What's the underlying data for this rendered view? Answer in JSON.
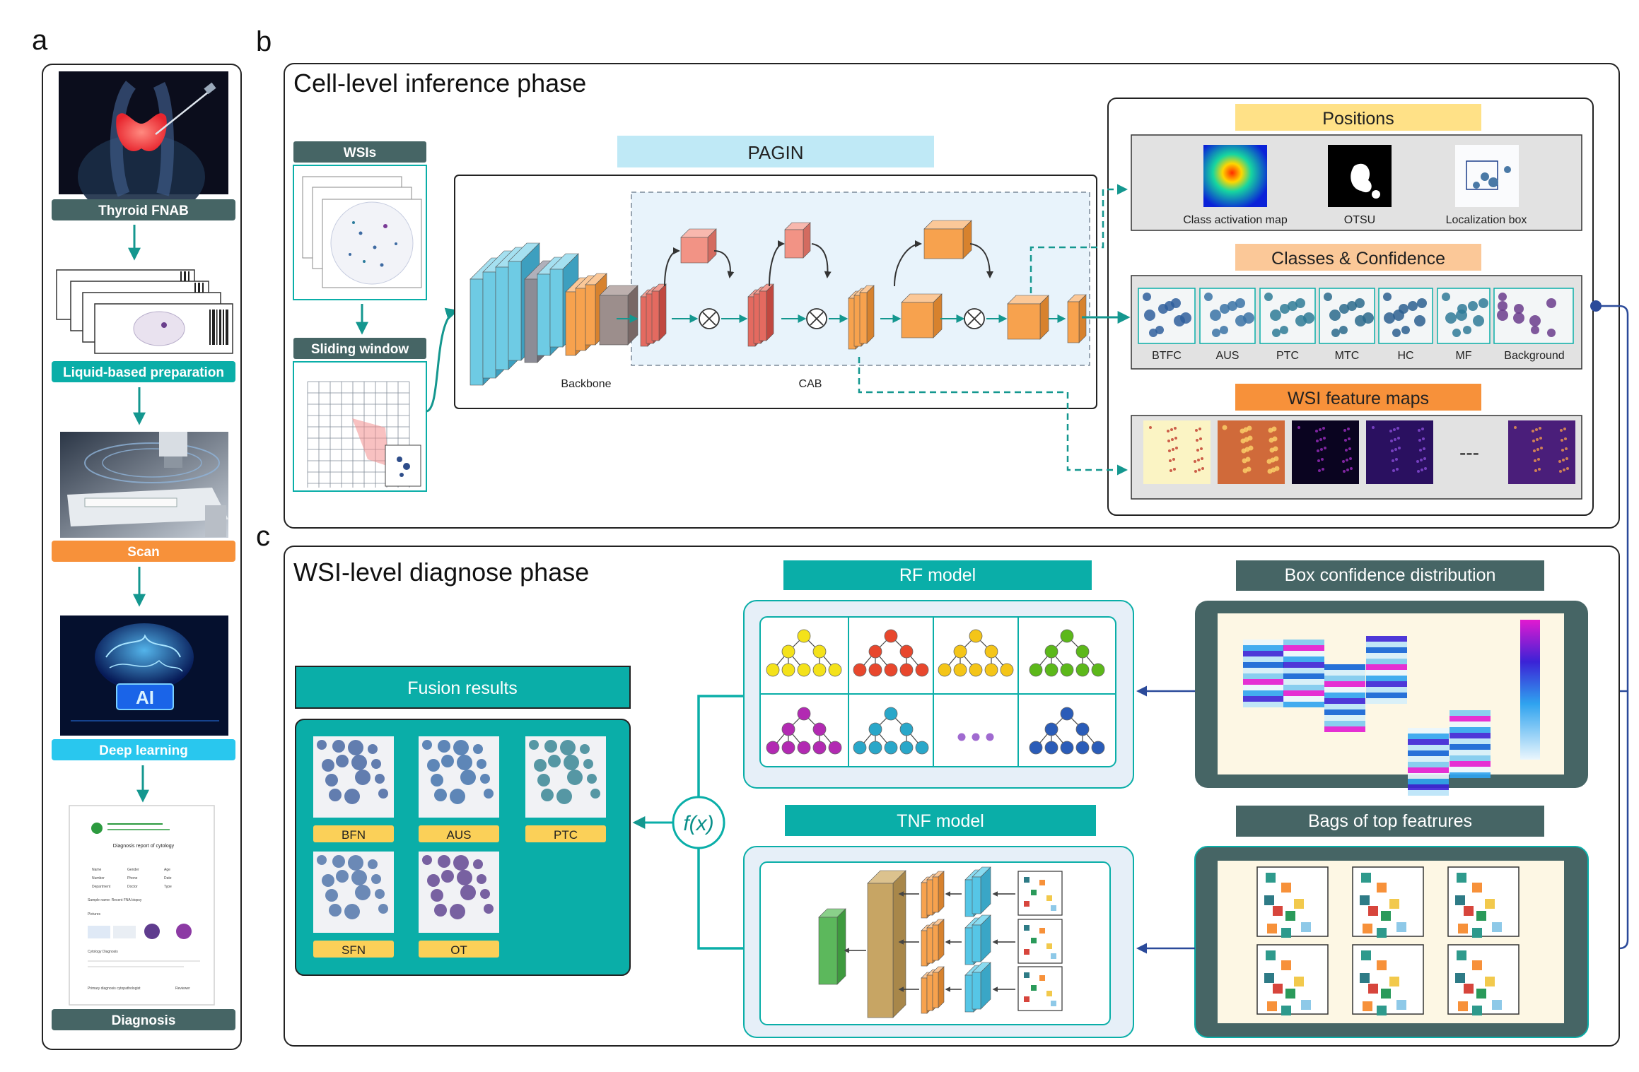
{
  "panel_letters": {
    "a": "a",
    "b": "b",
    "c": "c"
  },
  "panel_a": {
    "steps": [
      "Thyroid FNAB",
      "Liquid-based preparation",
      "Scan",
      "Deep learning",
      "Diagnosis"
    ],
    "ai_chip_label": "AI",
    "report_title": "Diagnosis report of cytology",
    "report_fields": [
      "Name",
      "Gender",
      "Age",
      "Number",
      "Phone",
      "Date",
      "Department",
      "Doctor",
      "Type"
    ],
    "report_sample": "Sample name:   Recent FNA biopsy",
    "report_pictures": "Pictures",
    "report_diagnosis": "Cytology Diagnosis",
    "report_signature": "Primary diagnosis cytopathologist",
    "report_reviewer": "Reviewer"
  },
  "panel_b": {
    "title": "Cell-level inference phase",
    "wsis_label": "WSIs",
    "sliding_label": "Sliding window",
    "network_title": "PAGIN",
    "backbone_label": "Backbone",
    "cab_label": "CAB",
    "positions": {
      "title": "Positions",
      "items": [
        "Class activation map",
        "OTSU",
        "Localization box"
      ]
    },
    "classes": {
      "title": "Classes & Confidence",
      "items": [
        "BTFC",
        "AUS",
        "PTC",
        "MTC",
        "HC",
        "MF",
        "Background"
      ]
    },
    "feature_maps": {
      "title": "WSI feature maps",
      "ellipsis": "---"
    }
  },
  "panel_c": {
    "title": "WSI-level diagnose phase",
    "rf_title": "RF model",
    "tnf_title": "TNF model",
    "box_title": "Box confidence distribution",
    "bags_title": "Bags of top featrures",
    "fusion_title": "Fusion results",
    "fusion_items": [
      "BFN",
      "AUS",
      "PTC",
      "SFN",
      "OT"
    ],
    "fx_label": "f(x)"
  },
  "colors": {
    "teal": "#0aaea8",
    "dark_slate": "#466565",
    "orange": "#f7913a",
    "cyan": "#29c7ee",
    "yellow": "#ffe187",
    "peach": "#fbc898",
    "light_blue": "#bfe9f6"
  }
}
